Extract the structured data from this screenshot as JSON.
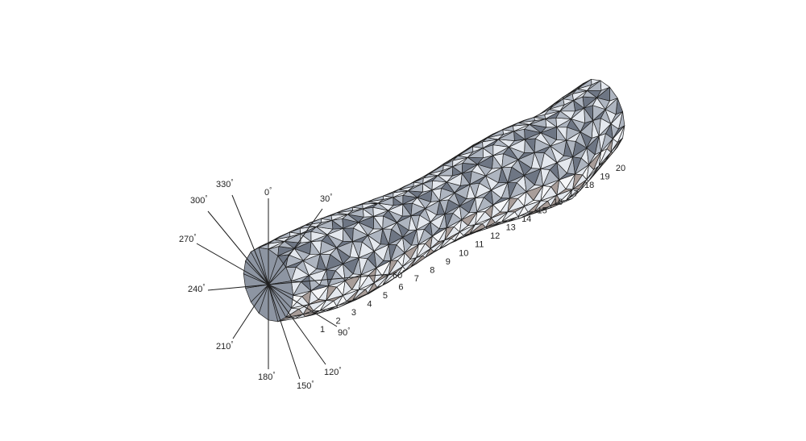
{
  "figure": {
    "angle_labels": [
      {
        "value": 0,
        "text": "0"
      },
      {
        "value": 30,
        "text": "30"
      },
      {
        "value": 60,
        "text": "60"
      },
      {
        "value": 90,
        "text": "90"
      },
      {
        "value": 120,
        "text": "120"
      },
      {
        "value": 150,
        "text": "150"
      },
      {
        "value": 180,
        "text": "180"
      },
      {
        "value": 210,
        "text": "210"
      },
      {
        "value": 240,
        "text": "240"
      },
      {
        "value": 270,
        "text": "270"
      },
      {
        "value": 300,
        "text": "300"
      },
      {
        "value": 330,
        "text": "330"
      }
    ],
    "degree_symbol": "°",
    "segment_labels": [
      "1",
      "2",
      "3",
      "4",
      "5",
      "6",
      "7",
      "8",
      "9",
      "10",
      "11",
      "12",
      "13",
      "14",
      "15",
      "16",
      "17",
      "18",
      "19",
      "20"
    ],
    "colors": {
      "face_light": "#e4e8ee",
      "face_mid": "#aeb5c0",
      "face_dark": "#6e7684",
      "face_bright": "#f6f7f9",
      "face_warm": "#a89d99",
      "edge": "#1e1e1e",
      "text": "#222222"
    }
  }
}
